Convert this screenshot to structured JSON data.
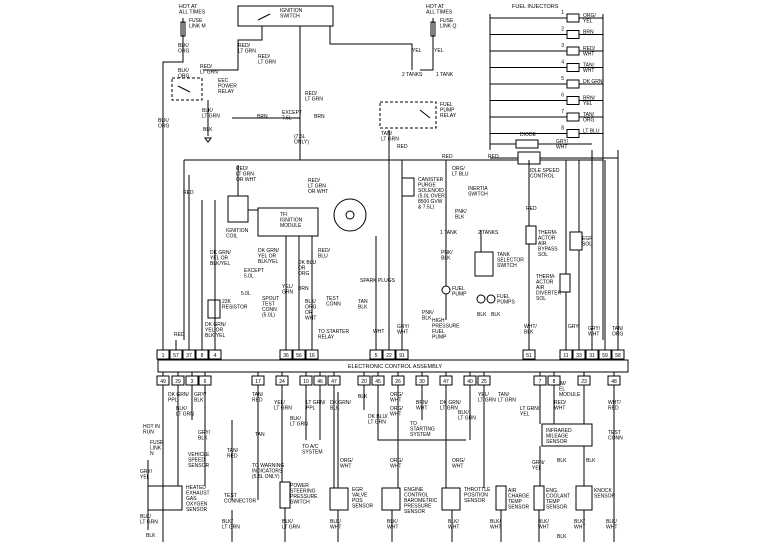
{
  "top": {
    "hot_left": "HOT AT\nALL TIMES",
    "fuse_link_m": "FUSE\nLINK M",
    "ignition_switch": "IGNITION\nSWITCH",
    "hot_right": "HOT AT\nALL TIMES",
    "fuse_link_q": "FUSE\nLINK Q",
    "fuel_injectors": "FUEL INJECTORS"
  },
  "injectors": [
    {
      "num": "1",
      "wire": "ORG/\nYEL"
    },
    {
      "num": "2",
      "wire": "BRN"
    },
    {
      "num": "3",
      "wire": "RED/\nWHT"
    },
    {
      "num": "4",
      "wire": "TAN/\nWHT"
    },
    {
      "num": "5",
      "wire": "DK GRN"
    },
    {
      "num": "6",
      "wire": "BRN/\nYEL"
    },
    {
      "num": "7",
      "wire": "TAN/\nORG"
    },
    {
      "num": "8",
      "wire": "LT BLU"
    }
  ],
  "components": {
    "eec_power_relay": "EEC\nPOWER\nRELAY",
    "fuel_pump_relay": "FUEL\nPUMP\nRELAY",
    "two_tanks": "2 TANKS",
    "one_tank": "1 TANK",
    "diode": "DIODE",
    "idle_speed_control": "IDLE SPEED\nCONTROL",
    "ignition_coil": "IGNITION\nCOIL",
    "tfi_module": "TFI\nIGNITION\nMODULE",
    "spark_plugs": "SPARK PLUGS",
    "canister_purge": "CANISTER\nPURGE\nSOLENOID\n(5.0L OVER\n8500 GVW\n& 7.5L)",
    "inertia_switch": "INERTIA\nSWITCH",
    "tank_selector": "TANK\nSELECTOR\nSWITCH",
    "one_tank_b": "1 TANK",
    "two_tanks_b": "2 TANKS",
    "fuel_pump": "FUEL\nPUMP",
    "fuel_pumps": "FUEL\nPUMPS",
    "high_pressure_pump": "HIGH\nPRESSURE\nFUEL\nPUMP",
    "thermactor_bypass": "THERM-\nACTOR\nAIR\nBYPASS\nSOL",
    "thermactor_diverter": "THERM-\nACTOR\nAIR\nDIVERTER\nSOL",
    "egr_sol": "EGR\nSOL",
    "except_5l": "EXCEPT\n5.0L",
    "l50": "5.0L",
    "resistor": "22K\nRESISTOR",
    "spout": "SPOUT\nTEST\nCONN\n(5.0L)",
    "test_conn": "TEST\nCONN",
    "to_starter_relay": "TO STARTER\nRELAY",
    "l75_only": "(7.5L\nONLY)",
    "except_75": "EXCEPT\n7.5L",
    "ecu": "ELECTRONIC CONTROL ASSEMBLY",
    "hot_in_run": "HOT IN\nRUN",
    "fuse_link_n": "FUSE\nLINK\nN",
    "heated_ego": "HEATED\nEXHAUST\nGAS\nOXYGEN\nSENSOR",
    "vss": "VEHICLE\nSPEED\nSENSOR",
    "test_connector": "TEST\nCONNECTOR",
    "to_warning": "TO WARNING\nINDICATORS\n(5.8L ONLY)",
    "power_steering": "POWER\nSTEERING\nPRESSURE\nSWITCH",
    "to_ac": "TO A/C\nSYSTEM",
    "egr_valve": "EGR\nVALVE\nPOS\nSENSOR",
    "engine_bp": "ENGINE\nCONTROL\nBAROMETRIC\nPRESSURE\nSENSOR",
    "to_starting": "TO\nSTARTING\nSYSTEM",
    "throttle": "THROTTLE\nPOSITION\nSENSOR",
    "air_charge": "AIR\nCHARGE\nTEMP\nSENSOR",
    "coolant": "ENG.\nCOOLANT\nTEMP\nSENSOR",
    "knock": "KNOCK\nSENSOR",
    "infrared": "INFRARED\nMILEAGE\nSENSOR",
    "im_el_module": "IM/\nEL\nMODULE",
    "test_conn_r": "TEST\nCONN"
  },
  "wires": {
    "blk_org_a": "BLK/\nORG",
    "blk_org_b": "BLK/\nORG",
    "red_ltgrn_a": "RED/\nLT GRN",
    "red_ltgrn_b": "RED/\nLT GRN",
    "red_ltgrn_c": "RED/\nLT GRN",
    "red_ltgrn_d": "RED/\nLT GRN",
    "blk_ltgrn": "BLK/\nLT GRN",
    "blk_a": "BLK",
    "blk_org_c": "BLK/\nORG",
    "brn_a": "BRN",
    "brn_b": "BRN",
    "yel_a": "YEL",
    "yel_b": "YEL",
    "tan_ltgrn": "TAN/\nLT GRN",
    "red_a": "RED",
    "red_b": "RED",
    "red_c": "RED",
    "grywht_a": "GRY/\nWHT",
    "red_ltgrn_wht": "RED/\nLT GRN\nOR WHT",
    "red_ltgrn_wht_b": "RED/\nLT GRN\nOR WHT",
    "org_ltblu": "ORG/\nLT BLU",
    "pnk_blk": "PNK/\nBLK",
    "dk_grn_yel": "DK GRN/\nYEL OR\nBLK/YEL",
    "dk_grn_yel_b": "DK GRN/\nYEL OR\nBLK/YEL",
    "dk_blu_org": "DK BLU\nOR\nORG",
    "brn_c": "BRN",
    "red_blu": "RED/\nBLU",
    "yel_grn": "YEL/\nGRN",
    "blk_org_d": "BLK/\nORG\nOR\nWHT",
    "tan_blk": "TAN\nBLK",
    "dk_grn_yel_c": "DK GRN/\nYEL OR\nBLK/YEL",
    "wht": "WHT",
    "gry_wht_b": "GRY/\nWHT",
    "red_d": "RED",
    "wht_blk": "WHT/\nBLK",
    "gry": "GRY",
    "gry_wht_c": "GRY/\nWHT",
    "tan_org": "TAN/\nORG",
    "red_e": "RED",
    "blk_b": "BLK",
    "blk_c": "BLK",
    "pnk_blk_b": "PNK/\nBLK",
    "pnk_blk_c": "PNK/\nBLK",
    "red_f": "RED"
  },
  "ecu_top_pins": [
    "1",
    "57",
    "37",
    "8",
    "4",
    "36",
    "56",
    "16",
    "5",
    "22",
    "91",
    "51",
    "11",
    "33",
    "31",
    "59",
    "58"
  ],
  "ecu_bottom_pins": [
    "49",
    "29",
    "3",
    "6",
    "17",
    "24",
    "10",
    "46",
    "47",
    "20",
    "45",
    "26",
    "30",
    "47",
    "40",
    "25",
    "7",
    "8",
    "23",
    "48"
  ],
  "lower_wires": {
    "dk_grn_ppl": "DK GRN/\nPPL",
    "gry_blk": "GRY/\nBLK",
    "blk_ltgrn_b": "BLK/\nLT GRN",
    "blk_ltgrn_c": "BLK/\nLT GRN",
    "gry_blk_b": "GRY/\nBLK",
    "tan_red": "TAN/\nRED",
    "tan": "TAN",
    "tan_red_b": "TAN/\nRED",
    "yel_ltgrn": "YEL/\nLT GRN",
    "lt_grn_ppl": "LT GRN/\nPPL",
    "blk_ltgrn_d": "BLK/\nLT GRN",
    "dk_grn_blk": "DK GRN/\nBLK",
    "blk_d": "BLK",
    "dk_blu_ltgrn": "DK BLU/\nLT GRN",
    "org_wht": "ORG/\nWHT",
    "org_wht_b": "ORG/\nWHT",
    "brn_wht": "BRN/\nWHT",
    "dk_grn_ltgrn": "DK GRN/\nLT GRN",
    "blk_ltgrn_e": "BLK/\nLT GRN",
    "yel_ltgrn_b": "YEL/\nLT GRN",
    "tan_ltgrn_b": "TAN/\nLT GRN",
    "red_wht": "RED/\nWHT",
    "wht_red": "WHT/\nRED",
    "grn_yel": "GRN/\nYEL",
    "blk_e": "BLK",
    "lt_grn_yel": "LT GRN/\nYEL",
    "org_wht_c": "ORG/\nWHT",
    "org_wht_d": "ORG/\nWHT",
    "org_wht_e": "ORG/\nWHT",
    "blk_wht_a": "BLK/\nWHT",
    "blk_wht_b": "BLK/\nWHT",
    "blk_wht_c": "BLK/\nWHT",
    "blk_wht_d": "BLK/\nWHT",
    "blk_wht_e": "BLK/\nWHT",
    "blk_wht_f": "BLK/\nWHT",
    "blk_wht_g": "BLK/\nWHT",
    "blk_ltgrn_f": "BLK/\nLT GRN",
    "blk_f": "BLK",
    "blk_g": "BLK",
    "gry_yel": "GRY/\nYEL",
    "blk_ltgrn_g": "BLK/\nLT GRN",
    "blk_h": "BLK"
  }
}
